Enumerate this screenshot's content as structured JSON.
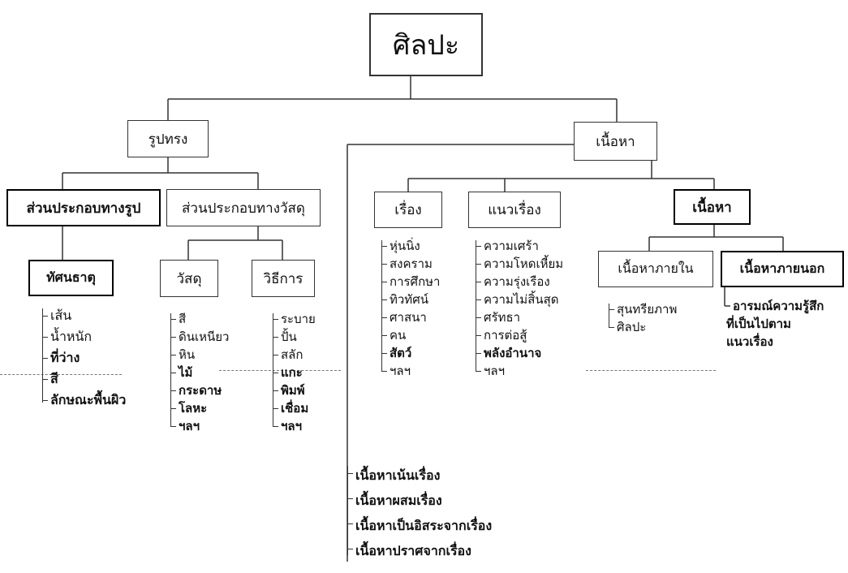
{
  "root": "ศิลปะ",
  "form": {
    "title": "รูปทรง",
    "visual": {
      "title": "ส่วนประกอบทางรูป",
      "child": "ทัศนธาตุ",
      "items": [
        "เส้น",
        "น้ำหนัก",
        "ที่ว่าง",
        "สี",
        "ลักษณะพื้นผิว"
      ]
    },
    "material": {
      "title": "ส่วนประกอบทางวัสดุ",
      "materials": {
        "title": "วัสดุ",
        "items": [
          "สี",
          "ดินเหนียว",
          "หิน",
          "ไม้",
          "กระดาษ",
          "โลหะ",
          "ฯลฯ"
        ]
      },
      "methods": {
        "title": "วิธีการ",
        "items": [
          "ระบาย",
          "ปั้น",
          "สลัก",
          "แกะ",
          "พิมพ์",
          "เชื่อม",
          "ฯลฯ"
        ]
      }
    }
  },
  "content": {
    "title": "เนื้อหา",
    "story": {
      "title": "เรื่อง",
      "items": [
        "หุ่นนิ่ง",
        "สงคราม",
        "การศึกษา",
        "ทิวทัศน์",
        "ศาสนา",
        "คน",
        "สัตว์",
        "ฯลฯ"
      ]
    },
    "theme": {
      "title": "แนวเรื่อง",
      "items": [
        "ความเศร้า",
        "ความโหดเหี้ยม",
        "ความรุ่งเรือง",
        "ความไม่สิ้นสุด",
        "ศรัทธา",
        "การต่อสู้",
        "พลังอำนาจ",
        "ฯลฯ"
      ]
    },
    "substance": {
      "title": "เนื้อหา",
      "inner": {
        "title": "เนื้อหาภายใน",
        "items": [
          "สุนทรียภาพ",
          "ศิลปะ"
        ]
      },
      "outer": {
        "title": "เนื้อหาภายนอก",
        "lines": [
          "อารมณ์ความรู้สึก",
          "ที่เป็นไปตาม",
          "แนวเรื่อง"
        ]
      }
    },
    "relations": [
      "เนื้อหาเน้นเรื่อง",
      "เนื้อหาผสมเรื่อง",
      "เนื้อหาเป็นอิสระจากเรื่อง",
      "เนื้อหาปราศจากเรื่อง"
    ]
  }
}
